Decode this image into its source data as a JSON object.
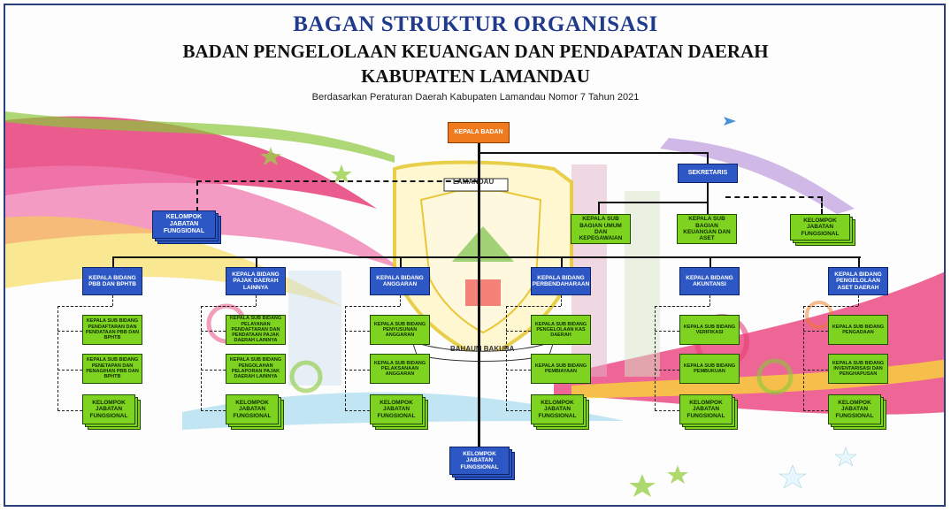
{
  "header": {
    "title": "BAGAN STRUKTUR ORGANISASI",
    "subtitle1": "BADAN PENGELOLAAN KEUANGAN DAN PENDAPATAN DAERAH",
    "subtitle2": "KABUPATEN LAMANDAU",
    "basis": "Berdasarkan Peraturan Daerah Kabupaten Lamandau Nomor 7 Tahun 2021"
  },
  "emblem": {
    "top_text": "LAMANDAU",
    "bottom_text": "BAHAUM BAKUBA"
  },
  "org": {
    "head": "KEPALA BADAN",
    "secretary": "SEKRETARIS",
    "sec_subs": [
      "KEPALA SUB BAGIAN UMUM DAN KEPEGAWAIAN",
      "KEPALA SUB BAGIAN KEUANGAN DAN ASET"
    ],
    "left_group": "KELOMPOK JABATAN FUNGSIONAL",
    "right_group": "KELOMPOK JABATAN FUNGSIONAL",
    "bottom_group": "KELOMPOK JABATAN FUNGSIONAL",
    "divisions": [
      {
        "head": "KEPALA BIDANG PBB DAN BPHTB",
        "sub1": "KEPALA SUB BIDANG PENDAFTARAN DAN PENDATAAN PBB DAN BPHTB",
        "sub2": "KEPALA SUB BIDANG PENETAPAN DAN PENAGIHAN PBB DAN BPHTB",
        "group": "KELOMPOK JABATAN FUNGSIONAL"
      },
      {
        "head": "KEPALA BIDANG PAJAK DAERAH LAINNYA",
        "sub1": "KEPALA SUB BIDANG PELAYANAN PENDAFTARAN DAN PENDATAAN PAJAK DAERAH LAINNYA",
        "sub2": "KEPALA SUB BIDANG PENGOLAHAN PELAPORAN PAJAK DAERAH LAINNYA",
        "group": "KELOMPOK JABATAN FUNGSIONAL"
      },
      {
        "head": "KEPALA BIDANG ANGGARAN",
        "sub1": "KEPALA SUB BIDANG PENYUSUNAN ANGGARAN",
        "sub2": "KEPALA SUB BIDANG PELAKSANAAN ANGGARAN",
        "group": "KELOMPOK JABATAN FUNGSIONAL"
      },
      {
        "head": "KEPALA BIDANG PERBENDAHARAAN",
        "sub1": "KEPALA SUB BIDANG PENGELOLAAN KAS DAERAH",
        "sub2": "KEPALA SUB BIDANG PEMBIAYAAN",
        "group": "KELOMPOK JABATAN FUNGSIONAL"
      },
      {
        "head": "KEPALA BIDANG AKUNTANSI",
        "sub1": "KEPALA SUB BIDANG VERIFIKASI",
        "sub2": "KEPALA SUB BIDANG PEMBUKUAN",
        "group": "KELOMPOK JABATAN FUNGSIONAL"
      },
      {
        "head": "KEPALA BIDANG PENGELOLAAN ASET DAERAH",
        "sub1": "KEPALA SUB BIDANG PENGADAAN",
        "sub2": "KEPALA SUB BIDANG INVENTARISASI DAN PENGHAPUSAN",
        "group": "KELOMPOK JABATAN FUNGSIONAL"
      }
    ]
  },
  "colors": {
    "head": "#f07a1e",
    "unit": "#2c57c5",
    "sub": "#7ed321",
    "title": "#203a8c"
  }
}
